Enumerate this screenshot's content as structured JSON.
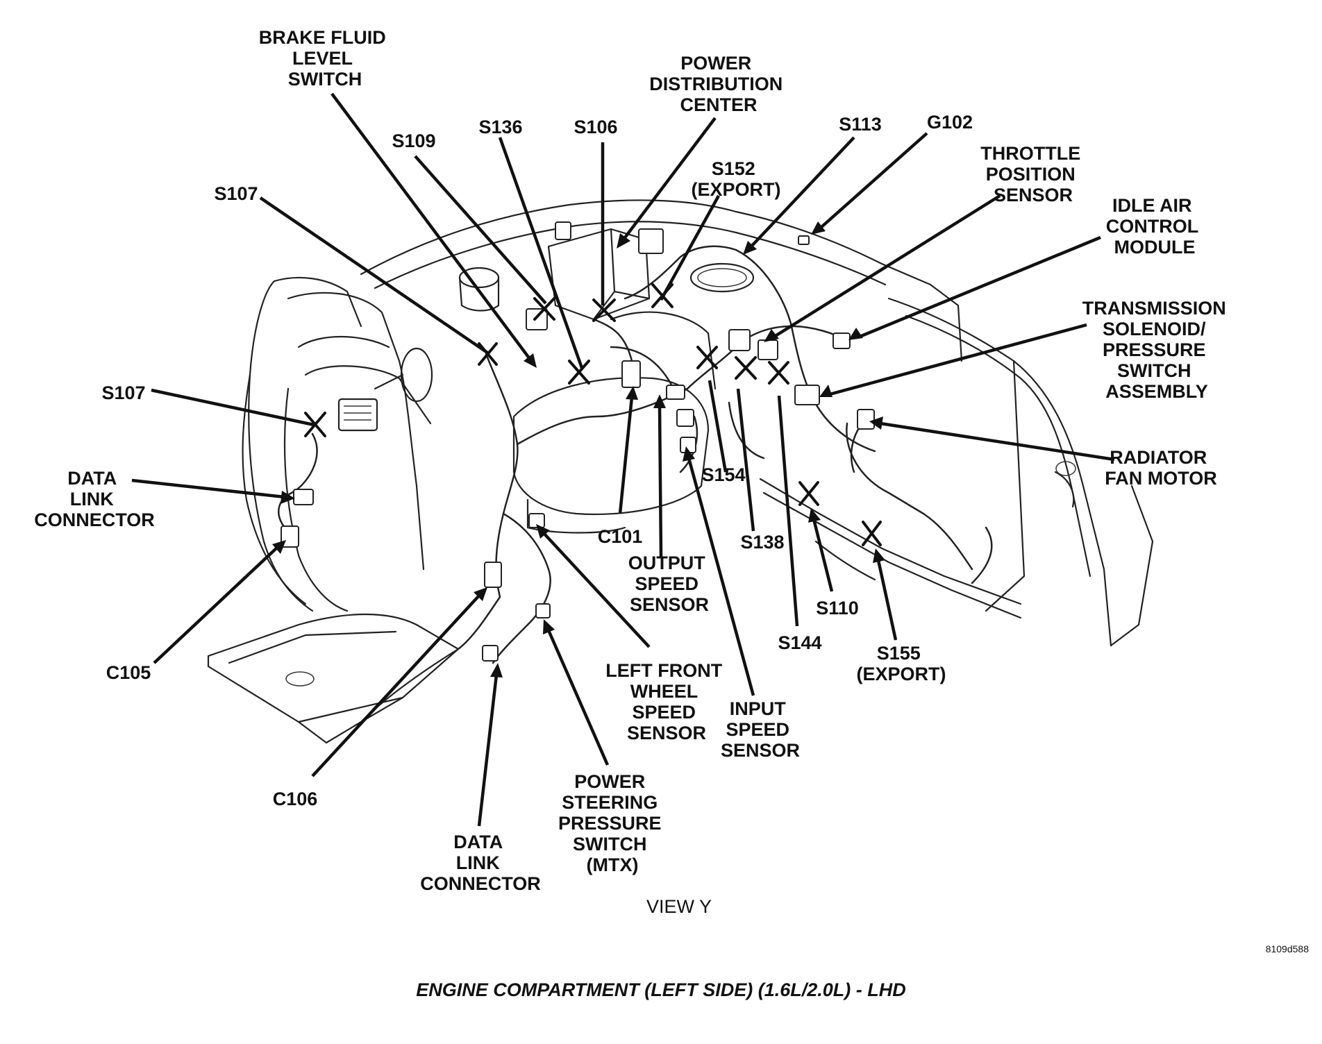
{
  "diagram": {
    "view_label": "VIEW Y",
    "reference": "8109d588",
    "caption": "ENGINE COMPARTMENT (LEFT SIDE) (1.6L/2.0L) - LHD",
    "labels": {
      "brake_fluid_level_switch": [
        "BRAKE FLUID",
        "LEVEL",
        "SWITCH"
      ],
      "power_distribution_center": [
        "POWER",
        "DISTRIBUTION",
        "CENTER"
      ],
      "s109": [
        "S109"
      ],
      "s136": [
        "S136"
      ],
      "s106": [
        "S106"
      ],
      "s113": [
        "S113"
      ],
      "g102": [
        "G102"
      ],
      "s152": [
        "S152",
        "(EXPORT)"
      ],
      "throttle_position_sensor": [
        "THROTTLE",
        "POSITION",
        "SENSOR"
      ],
      "s107_top": [
        "S107"
      ],
      "idle_air_control_module": [
        "IDLE AIR",
        "CONTROL",
        "MODULE"
      ],
      "transmission_solenoid": [
        "TRANSMISSION",
        "SOLENOID/",
        "PRESSURE",
        "SWITCH",
        "ASSEMBLY"
      ],
      "s107_left": [
        "S107"
      ],
      "radiator_fan_motor": [
        "RADIATOR",
        "FAN MOTOR"
      ],
      "data_link_connector_left": [
        "DATA",
        "LINK",
        "CONNECTOR"
      ],
      "s154": [
        "S154"
      ],
      "c101": [
        "C101"
      ],
      "s138": [
        "S138"
      ],
      "output_speed_sensor": [
        "OUTPUT",
        "SPEED",
        "SENSOR"
      ],
      "s110": [
        "S110"
      ],
      "s144": [
        "S144"
      ],
      "c105": [
        "C105"
      ],
      "s155": [
        "S155",
        "(EXPORT)"
      ],
      "left_front_wheel_speed_sensor": [
        "LEFT FRONT",
        "WHEEL",
        "SPEED",
        "SENSOR"
      ],
      "input_speed_sensor": [
        "INPUT",
        "SPEED",
        "SENSOR"
      ],
      "power_steering_pressure_switch": [
        "POWER",
        "STEERING",
        "PRESSURE",
        "SWITCH",
        "(MTX)"
      ],
      "c106": [
        "C106"
      ],
      "data_link_connector_bottom": [
        "DATA",
        "LINK",
        "CONNECTOR"
      ]
    }
  }
}
